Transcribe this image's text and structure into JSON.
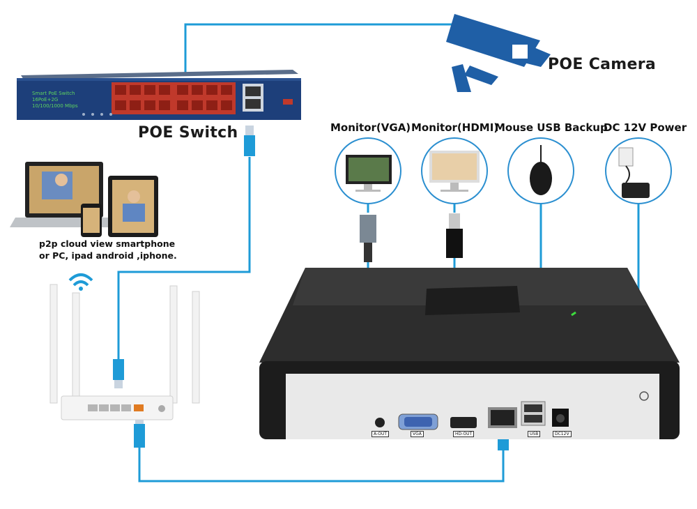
{
  "labels": {
    "poe_camera": "POE Camera",
    "poe_switch": "POE Switch",
    "monitor_vga": "Monitor(VGA)",
    "monitor_hdmi": "Monitor(HDMI)",
    "mouse_usb": "Mouse USB Backup",
    "dc_power": "DC 12V Power",
    "p2p_line1": "p2p cloud  view smartphone",
    "p2p_line2": "or PC, ipad android ,iphone."
  },
  "switch_panel": {
    "line1": "Smart PoE Switch",
    "line2": "16PoE+2G",
    "line3": "10/100/1000 Mbps"
  },
  "nvr_ports": {
    "audio": "A-OUT",
    "vga": "VGA",
    "hdmi": "HD-OUT",
    "usb": "USB",
    "dc": "DC12V"
  },
  "colors": {
    "cable_blue": "#1e9bd7",
    "circle_blue": "#2b8fd0",
    "camera_blue": "#1f5fa6",
    "switch_body": "#1d3f7a",
    "switch_port": "#c0392b",
    "nvr_body": "#2a2a2a"
  }
}
